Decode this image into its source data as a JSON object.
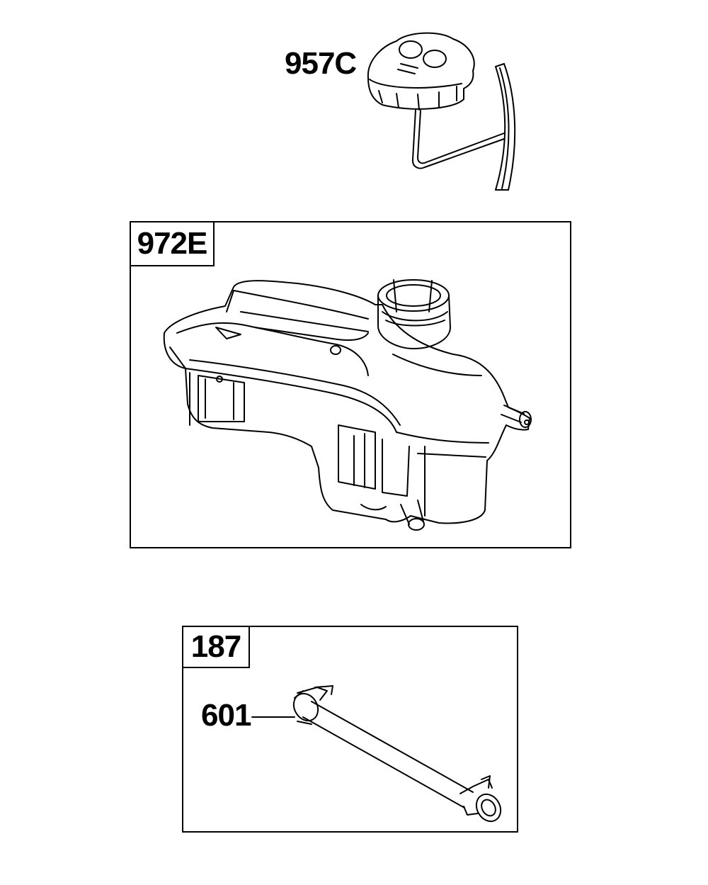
{
  "parts": {
    "cap_label": "957C",
    "tank_label": "972E",
    "hose_kit_label": "187",
    "hose_label": "601"
  }
}
